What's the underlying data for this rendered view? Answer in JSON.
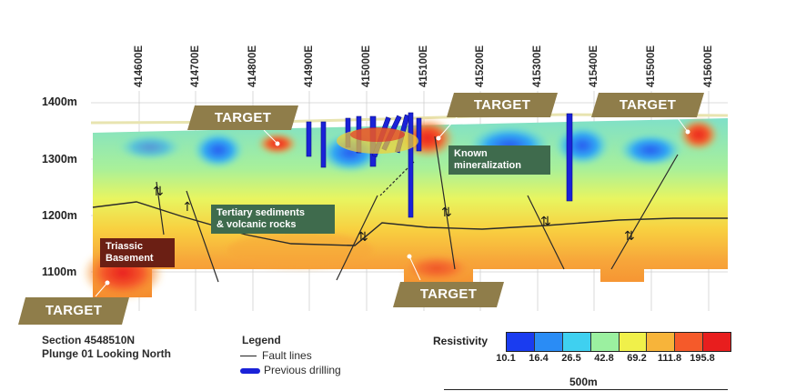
{
  "eastings": [
    "414600E",
    "414700E",
    "414800E",
    "414900E",
    "415000E",
    "415100E",
    "415200E",
    "415300E",
    "415400E",
    "415500E",
    "415600E"
  ],
  "elevations": [
    "1400m",
    "1300m",
    "1200m",
    "1100m"
  ],
  "targets": [
    "TARGET",
    "TARGET",
    "TARGET",
    "TARGET",
    "TARGET"
  ],
  "annotations": {
    "known_mineralization": [
      "Known",
      "mineralization"
    ],
    "tertiary": [
      "Tertiary sediments",
      "& volcanic rocks"
    ],
    "triassic": [
      "Triassic",
      "Basement"
    ]
  },
  "section": {
    "line1": "Section 4548510N",
    "line2": "Plunge 01 Looking North"
  },
  "legend": {
    "title": "Legend",
    "fault_label": "Fault lines",
    "drilling_label": "Previous drilling"
  },
  "resistivity": {
    "title": "Resistivity",
    "ticks": [
      "10.1",
      "16.4",
      "26.5",
      "42.8",
      "69.2",
      "111.8",
      "195.8"
    ],
    "colors": [
      "#1a3cf0",
      "#2a8cf5",
      "#3fd0f0",
      "#9bf0a0",
      "#f0f04a",
      "#f7b43a",
      "#f55a2a",
      "#e81e1e"
    ]
  },
  "scale_bar": {
    "label": "500m"
  },
  "colors": {
    "target_gold": "#8f7d4a",
    "drill_blue": "#1a22d8",
    "label_green": "#3f6b4d",
    "label_brown": "#6b1f14"
  }
}
